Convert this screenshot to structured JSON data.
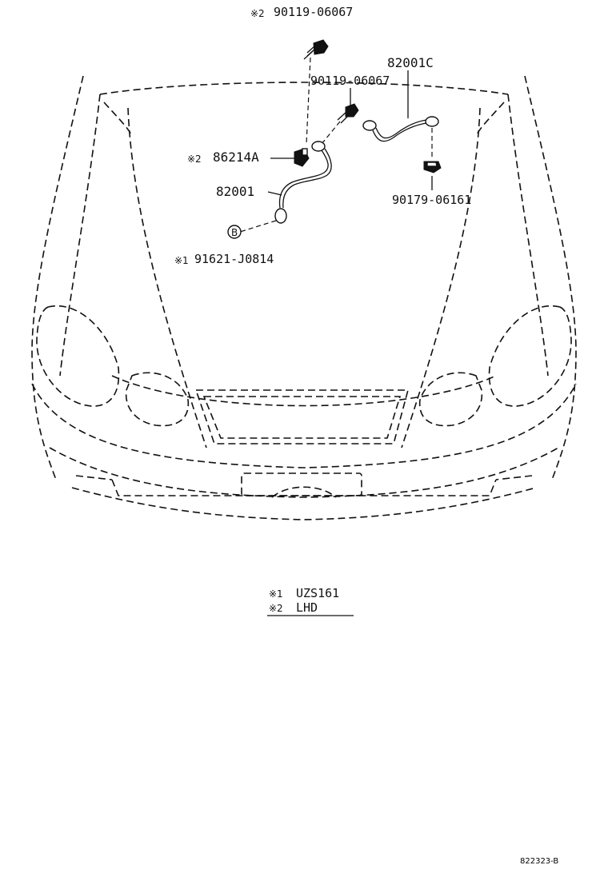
{
  "diagram": {
    "callouts": [
      {
        "id": "top-bolt",
        "mark": "※2",
        "code": "90119-06067"
      },
      {
        "id": "hood-ground-wire",
        "mark": "",
        "code": "82001C"
      },
      {
        "id": "mid-bolt",
        "mark": "",
        "code": "90119-06067"
      },
      {
        "id": "connector",
        "mark": "※2",
        "code": "86214A"
      },
      {
        "id": "ground-wire",
        "mark": "",
        "code": "82001"
      },
      {
        "id": "clip",
        "mark": "",
        "code": "90179-06161"
      },
      {
        "id": "screw",
        "mark": "※1",
        "code": "91621-J0814"
      }
    ],
    "circle_marker": "B",
    "legend": [
      {
        "mark": "※1",
        "text": "UZS161"
      },
      {
        "mark": "※2",
        "text": "LHD"
      }
    ],
    "figure_id": "822323-B"
  }
}
